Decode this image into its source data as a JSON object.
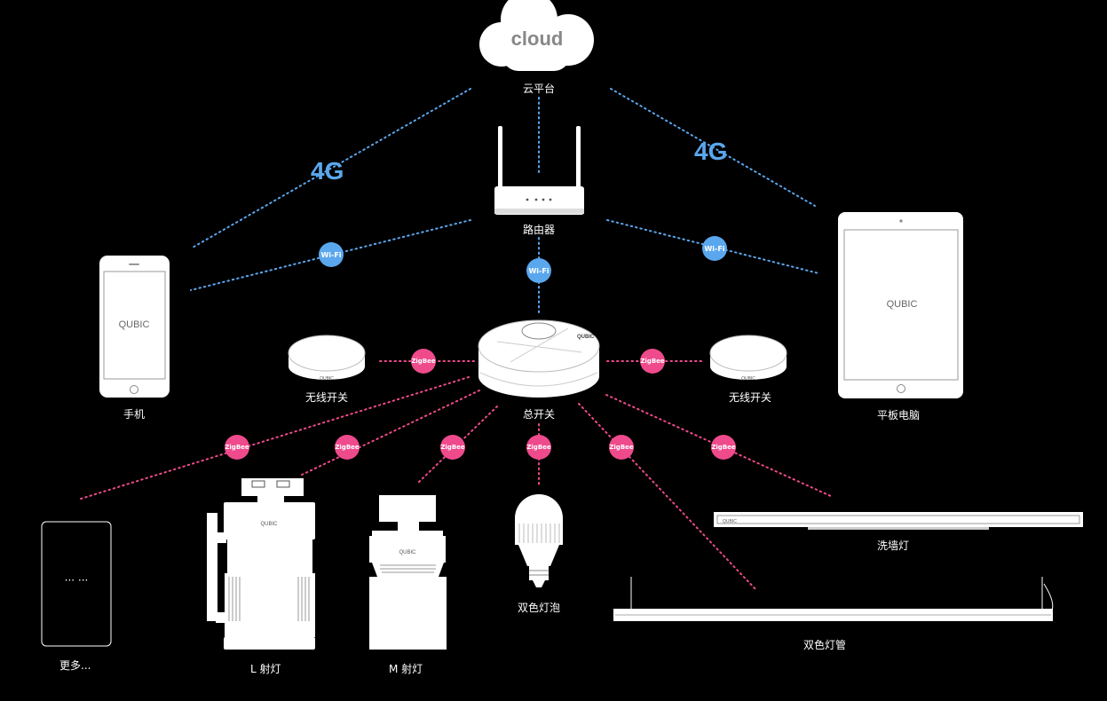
{
  "cloud": {
    "text": "cloud",
    "label": "云平台"
  },
  "network": {
    "four_g_left": "4G",
    "four_g_right": "4G",
    "wifi": "Wi-Fi",
    "zigbee": "ZigBee"
  },
  "router": {
    "label": "路由器"
  },
  "phone": {
    "label": "手机",
    "brand": "QUBIC"
  },
  "tablet": {
    "label": "平板电脑",
    "brand": "QUBIC"
  },
  "hub": {
    "label": "总开关",
    "brand": "QUBIC"
  },
  "wireless_switch_left": {
    "label": "无线开关",
    "brand": "QUBIC"
  },
  "wireless_switch_right": {
    "label": "无线开关",
    "brand": "QUBIC"
  },
  "more": {
    "label": "更多...",
    "dots": "··· ···"
  },
  "spot_l": {
    "label": "L 射灯",
    "brand": "QUBIC"
  },
  "spot_m": {
    "label": "M 射灯",
    "brand": "QUBIC"
  },
  "bulb": {
    "label": "双色灯泡"
  },
  "wall_washer": {
    "label": "洗墙灯",
    "brand": "QUBIC"
  },
  "tube": {
    "label": "双色灯管"
  },
  "colors": {
    "wifi": "#5aa7ee",
    "zigbee": "#ee4a8c",
    "background": "#000000"
  }
}
